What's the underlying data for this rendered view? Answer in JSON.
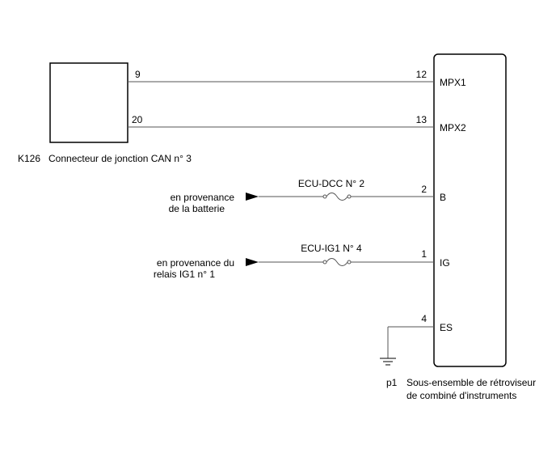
{
  "components": {
    "junction_connector": {
      "code": "K126",
      "name": "Connecteur de jonction CAN n° 3"
    },
    "mirror_assembly": {
      "code": "p1",
      "name_line1": "Sous-ensemble de rétroviseur",
      "name_line2": "de combiné d'instruments"
    }
  },
  "wires": [
    {
      "from_pin": "9",
      "to_pin": "12",
      "terminal": "MPX1"
    },
    {
      "from_pin": "20",
      "to_pin": "13",
      "terminal": "MPX2"
    }
  ],
  "fused_inputs": [
    {
      "source_line1": "en provenance",
      "source_line2": "de la batterie",
      "fuse": "ECU-DCC N° 2",
      "pin": "2",
      "terminal": "B"
    },
    {
      "source_line1": "en provenance du",
      "source_line2": "relais IG1 n° 1",
      "fuse": "ECU-IG1 N° 4",
      "pin": "1",
      "terminal": "IG"
    }
  ],
  "ground": {
    "pin": "4",
    "terminal": "ES"
  }
}
